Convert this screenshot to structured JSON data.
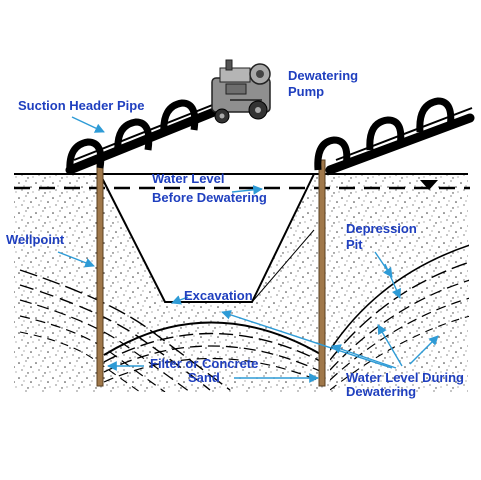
{
  "labels": {
    "suction_header_pipe": "Suction Header Pipe",
    "dewatering_pump_l1": "Dewatering",
    "dewatering_pump_l2": "Pump",
    "water_level_before_l1": "Water Level",
    "water_level_before_l2": "Before Dewatering",
    "wellpoint": "Wellpoint",
    "depression_pit_l1": "Depression",
    "depression_pit_l2": "Pit",
    "excavation": "Excavation",
    "filter_l1": "Filter or Concrete",
    "filter_l2": "Sand",
    "water_level_during_l1": "Water Level During",
    "water_level_during_l2": "Dewatering"
  },
  "colors": {
    "label": "#1f3fbf",
    "arrow": "#2e9bd6",
    "wellpoint_pipe": "#a0784a",
    "line": "#000000",
    "soil_dot": "#333333"
  },
  "icons": {
    "pump": "dewatering-pump-icon",
    "water_table": "water-table-triangle-icon"
  }
}
